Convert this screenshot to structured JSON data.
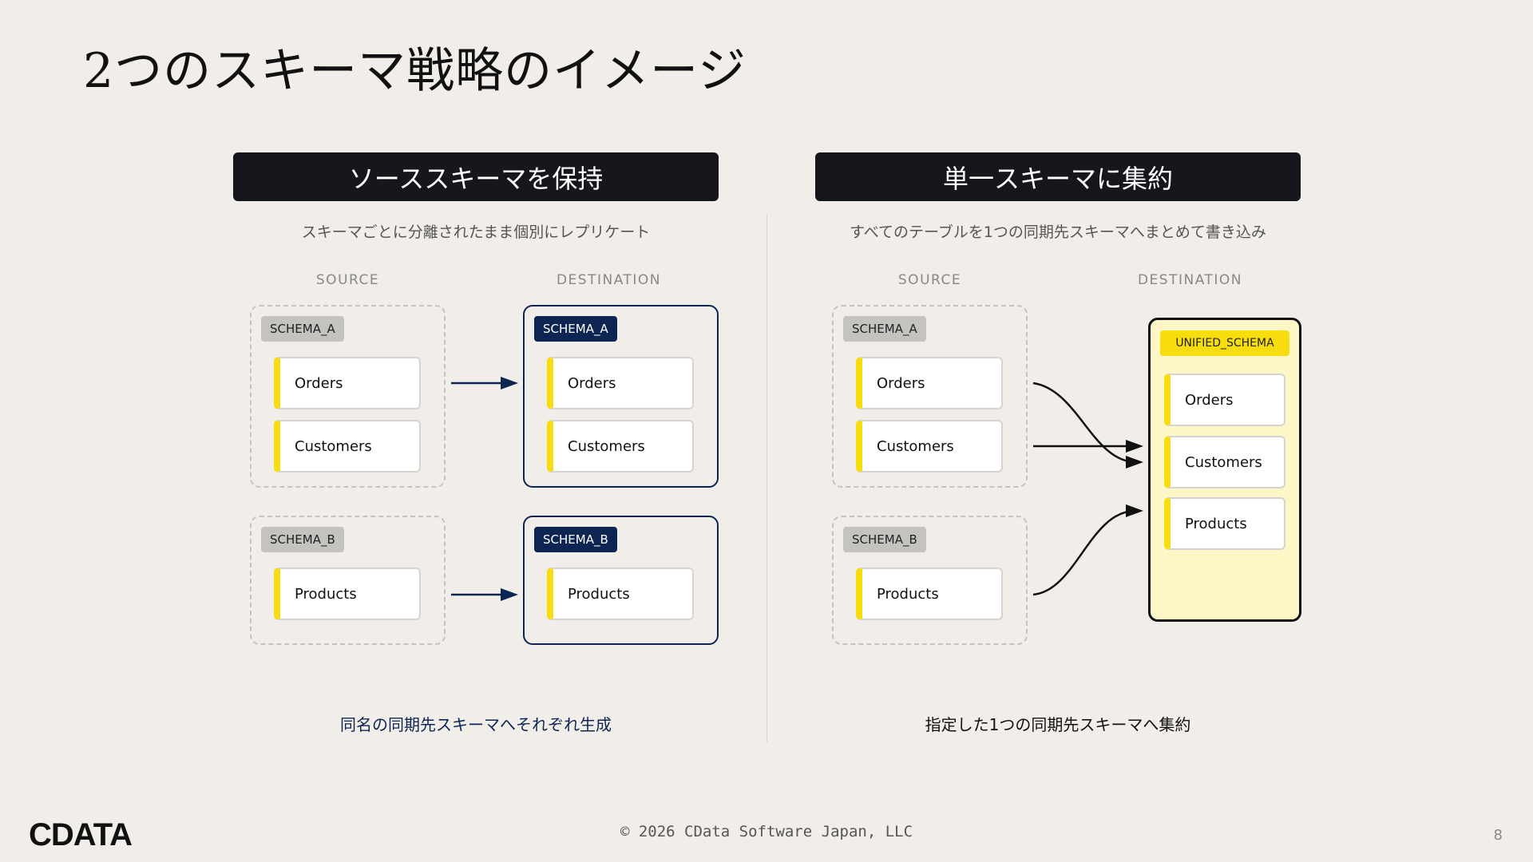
{
  "title": "2つのスキーマ戦略のイメージ",
  "left": {
    "banner": "ソーススキーマを保持",
    "subtitle": "スキーマごとに分離されたまま個別にレプリケート",
    "source_label": "SOURCE",
    "destination_label": "DESTINATION",
    "source": [
      {
        "schema": "SCHEMA_A",
        "tables": [
          "Orders",
          "Customers"
        ]
      },
      {
        "schema": "SCHEMA_B",
        "tables": [
          "Products"
        ]
      }
    ],
    "destination": [
      {
        "schema": "SCHEMA_A",
        "tables": [
          "Orders",
          "Customers"
        ]
      },
      {
        "schema": "SCHEMA_B",
        "tables": [
          "Products"
        ]
      }
    ],
    "caption": "同名の同期先スキーマへそれぞれ生成"
  },
  "right": {
    "banner": "単一スキーマに集約",
    "subtitle": "すべてのテーブルを1つの同期先スキーマへまとめて書き込み",
    "source_label": "SOURCE",
    "destination_label": "DESTINATION",
    "source": [
      {
        "schema": "SCHEMA_A",
        "tables": [
          "Orders",
          "Customers"
        ]
      },
      {
        "schema": "SCHEMA_B",
        "tables": [
          "Products"
        ]
      }
    ],
    "destination": {
      "schema": "UNIFIED_SCHEMA",
      "tables": [
        "Orders",
        "Customers",
        "Products"
      ]
    },
    "caption": "指定した1つの同期先スキーマへ集約"
  },
  "footer": {
    "logo": "CDATA",
    "copyright": "© 2026 CData Software Japan, LLC",
    "page_number": "8"
  },
  "colors": {
    "background": "#f1eeea",
    "banner": "#16171c",
    "navy": "#0d2552",
    "yellow": "#f7dd0d",
    "unified_fill": "#fdf7c8"
  }
}
